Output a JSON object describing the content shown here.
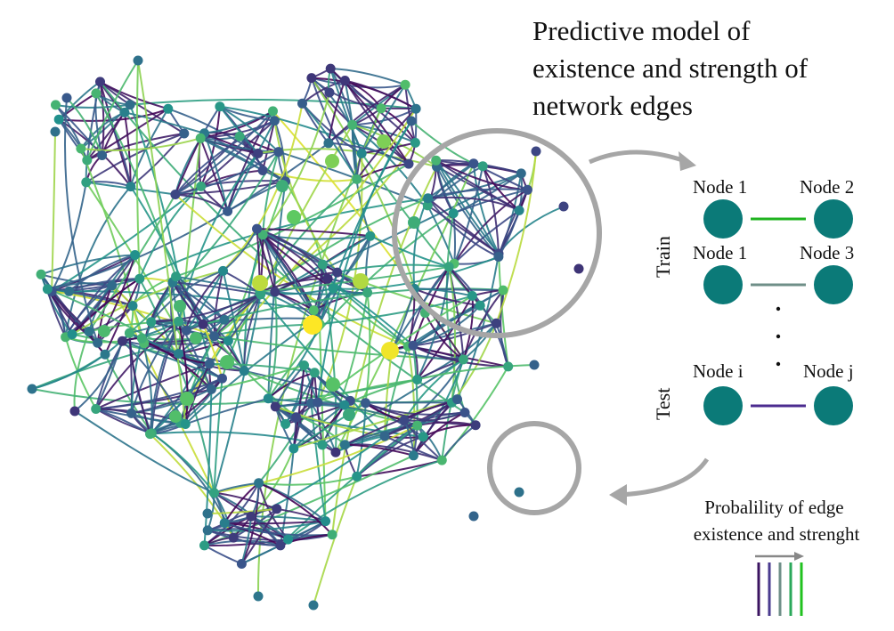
{
  "title": "Predictive model of\nexistence and strength of\nnetwork edges",
  "train_label": "Train",
  "test_label": "Test",
  "pairs": [
    {
      "a": "Node 1",
      "b": "Node 2",
      "edge_color": "#1fb31f"
    },
    {
      "a": "Node 1",
      "b": "Node 3",
      "edge_color": "#6f8f88"
    },
    {
      "a": "Node i",
      "b": "Node j",
      "edge_color": "#4b2b8f"
    }
  ],
  "ellipsis": ". . .",
  "probability_caption": "Probalility of edge\nexistence and strenght",
  "legend_bars": [
    "#3b1461",
    "#4a3b8f",
    "#6f8f88",
    "#2aa85a",
    "#21c21f"
  ],
  "colors": {
    "node_teal": "#0b7a78",
    "arrow_gray": "#a6a6a6",
    "viridis": [
      "#440154",
      "#3b528b",
      "#21918c",
      "#5ec962",
      "#fde725"
    ]
  }
}
